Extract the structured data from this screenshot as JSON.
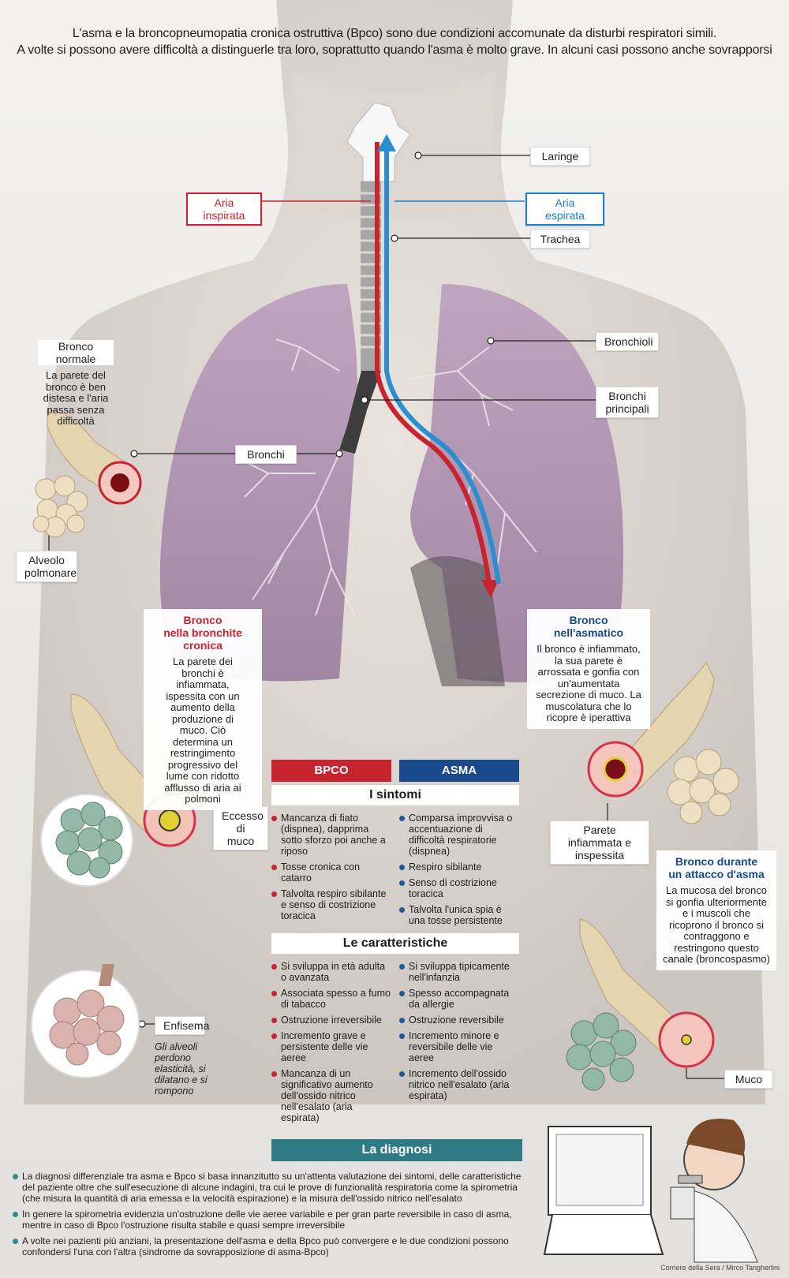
{
  "intro": {
    "line1": "L'asma e la broncopneumopatia cronica ostruttiva (Bpco) sono due condizioni accomunate da disturbi respiratori simili.",
    "line2": "A volte si possono avere difficoltà a distinguerle tra loro, soprattutto quando l'asma è molto grave. In alcuni casi possono anche sovrapporsi"
  },
  "anatomy_labels": {
    "laringe": "Laringe",
    "aria_inspirata": "Aria inspirata",
    "aria_espirata": "Aria espirata",
    "trachea": "Trachea",
    "bronchioli": "Bronchioli",
    "bronchi_principali": "Bronchi principali",
    "bronchi": "Bronchi",
    "alveolo": "Alveolo polmonare",
    "eccesso_muco": "Eccesso di muco",
    "parete": "Parete infiammata e inspessita",
    "enfisema": "Enfisema",
    "muco": "Muco"
  },
  "bronco_normale": {
    "title": "Bronco normale",
    "text": "La parete del bronco è ben distesa e l'aria passa senza difficoltà"
  },
  "bronchite": {
    "title_a": "Bronco",
    "title_b": "nella bronchite cronica",
    "text": "La parete dei bronchi è infiammata, ispessita con un aumento della produzione di muco. Ciò determina un restringimento progressivo del lume con ridotto afflusso di aria ai polmoni"
  },
  "asmatico": {
    "title": "Bronco nell'asmatico",
    "text": "Il bronco è infiammato, la sua parete è arrossata e gonfia con un'aumentata secrezione di muco. La muscolatura che lo ricopre è iperattiva"
  },
  "attacco": {
    "title_a": "Bronco durante",
    "title_b": "un attacco d'asma",
    "text": "La mucosa del bronco si gonfia ulteriormente e i muscoli che ricoprono il bronco si contraggono e restringono questo canale (broncospasmo)"
  },
  "enfisema_note": "Gli alveoli perdono elasticità, si dilatano e si rompono",
  "columns": {
    "bpco": "BPCO",
    "asma": "ASMA"
  },
  "sintomi": {
    "title": "I sintomi",
    "bpco": [
      "Mancanza di fiato (dispnea), dapprima sotto sforzo poi anche a riposo",
      "Tosse cronica con catarro",
      "Talvolta respiro sibilante e senso di costrizione toracica"
    ],
    "asma": [
      "Comparsa improvvisa o accentuazione di difficoltà respiratorie (dispnea)",
      "Respiro sibilante",
      "Senso di costrizione toracica",
      "Talvolta l'unica spia è una tosse persistente"
    ]
  },
  "caratteristiche": {
    "title": "Le caratteristiche",
    "bpco": [
      "Si sviluppa in età adulta o avanzata",
      "Associata spesso a fumo di tabacco",
      "Ostruzione irreversibile",
      "Incremento grave e persistente delle vie aeree",
      "Mancanza di un significativo aumento dell'ossido nitrico nell'esalato (aria espirata)"
    ],
    "asma": [
      "Si sviluppa tipicamente nell'infanzia",
      "Spesso accompagnata da allergie",
      "Ostruzione reversibile",
      "Incremento minore e reversibile delle vie aeree",
      "Incremento dell'ossido nitrico nell'esalato (aria espirata)"
    ]
  },
  "diagnosi": {
    "title": "La diagnosi",
    "items": [
      "La diagnosi differenziale tra asma e Bpco si basa innanzitutto su un'attenta valutazione dei sintomi, delle caratteristiche del paziente oltre che sull'esecuzione di alcune indagini, tra cui le prove di funzionalità respiratoria come la spirometria (che misura la quantità di aria emessa e la velocità espirazione) e la misura dell'ossido nitrico nell'esalato",
      "In genere la spirometria evidenzia un'ostruzione delle vie aeree variabile e per gran parte reversibile in caso di asma, mentre in caso di Bpco l'ostruzione risulta stabile e quasi sempre irreversibile",
      "A volte nei pazienti più anziani, la presentazione dell'asma e della Bpco può convergere e le due condizioni possono confondersi l'una con l'altra (sindrome da sovrapposizione di asma-Bpco)"
    ]
  },
  "credit": "Corriere della Sera / Mirco Tangherlini",
  "colors": {
    "bpco": "#c8242f",
    "asma": "#1a4a8c",
    "diagnosi": "#2e7b86",
    "lung": "#b79ab8"
  }
}
